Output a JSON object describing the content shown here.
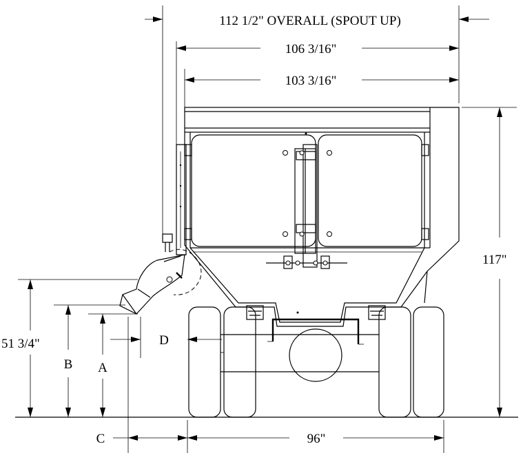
{
  "dimensions": {
    "overall_width": "112 1/2\" OVERALL (SPOUT UP)",
    "outer_width": "106 3/16\"",
    "inner_width": "103 3/16\"",
    "overall_height": "117\"",
    "spout_height": "51 3/4\"",
    "track_width": "96\"",
    "dim_a": "A",
    "dim_b": "B",
    "dim_c": "C",
    "dim_d": "D"
  }
}
